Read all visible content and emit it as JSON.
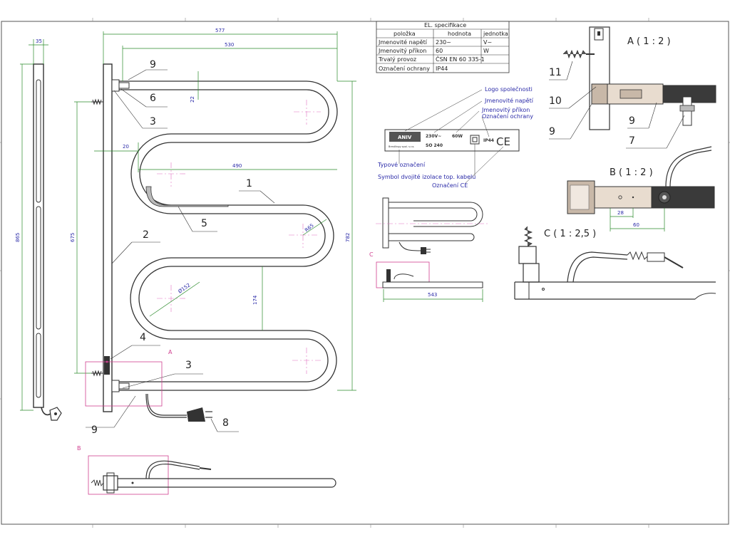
{
  "dimensions": {
    "d35": "35",
    "d577": "577",
    "d530": "530",
    "d22": "22",
    "d20": "20",
    "d490": "490",
    "d865": "865",
    "d675": "675",
    "d782": "782",
    "dR65": "R65",
    "dD152": "Ø152",
    "d174": "174",
    "d543": "543",
    "d28": "28",
    "d60": "60"
  },
  "callouts": {
    "c1": "1",
    "c2": "2",
    "c3a": "3",
    "c3b": "3",
    "c4": "4",
    "c5": "5",
    "c6": "6",
    "c8": "8",
    "c9a": "9",
    "c9b": "9",
    "a11": "11",
    "a10": "10",
    "a9a": "9",
    "a9b": "9",
    "a7": "7"
  },
  "spec_table": {
    "title": "EL. specifikace",
    "headers": [
      "položka",
      "hodnota",
      "jednotka"
    ],
    "rows": [
      [
        "Jmenovité napětí",
        "230~",
        "V~"
      ],
      [
        "Jmenovitý příkon",
        "60",
        "W"
      ],
      [
        "Trvalý provoz",
        "ČSN EN 60 335-1",
        ""
      ],
      [
        "Označení ochrany",
        "IP44",
        ""
      ]
    ]
  },
  "label_plate": {
    "brand": "ANIV",
    "brand_sub": "Brestlingy spol. s.r.o.",
    "voltage": "230V~",
    "power": "60W",
    "model": "SO 240",
    "ip": "IP44",
    "ce": "CE",
    "notes": {
      "logo": "Logo společnosti",
      "napeti": "Jmenovité napětí",
      "prikon": "Jmenovitý příkon",
      "ochrana": "Označení ochrany",
      "typ": "Typové označení",
      "symbol": "Symbol dvojité izolace top. kabelu",
      "ce": "Označení CE"
    }
  },
  "views": {
    "A": "A ( 1 : 2 )",
    "B": "B ( 1 : 2 )",
    "C": "C ( 1 : 2,5 )",
    "refA": "A",
    "refB": "B",
    "refC": "C"
  },
  "colors": {
    "line": "#333333",
    "dimension": "#2a8a2a",
    "text": "#2a2aa8",
    "detail": "#d04090",
    "center": "#e070c0"
  }
}
